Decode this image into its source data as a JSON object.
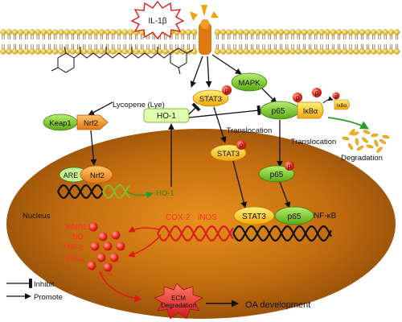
{
  "labels": {
    "il1b": "IL-1β",
    "lycopene": "Lycopene (Lye)",
    "keap1": "Keap1",
    "nrf2": "Nrf2",
    "are": "ARE",
    "nrf2_nuclear": "Nrf2",
    "ho1_box": "HO-1",
    "ho1_gene": "HO-1",
    "stat3_top": "STAT3",
    "stat3_mid": "STAT3",
    "stat3_dna": "STAT3",
    "mapk": "MAPK",
    "p65_top": "p65",
    "ikba": "IκBα",
    "ikba_small": "IκBα",
    "p65_mid": "p65",
    "p65_dna": "p65",
    "p": "p",
    "translocation_left": "Translocation",
    "translocation_right": "Translocation",
    "degradation": "Degradation",
    "nucleus": "Nucleus",
    "nfkb": "NF-κB",
    "cox2": "COX-2",
    "inos": "iNOS",
    "mmp13": "MMP13",
    "no": "NO",
    "tnfa": "TNF-α",
    "pge2": "PEG₂",
    "il6": "IL-6",
    "ecm_line1": "ECM",
    "ecm_line2": "Degradation",
    "oa": "OA development"
  },
  "legend": {
    "inhibit": "Inhibit",
    "promote": "Promote"
  },
  "colors": {
    "membrane_head": "#e8c02a",
    "nucleus": "#c06a10",
    "green_box": "#7bd42a",
    "yellow_oval": "#f5c51c",
    "red_text": "#ff2a2a",
    "green_arrow": "#2a9a2a"
  }
}
